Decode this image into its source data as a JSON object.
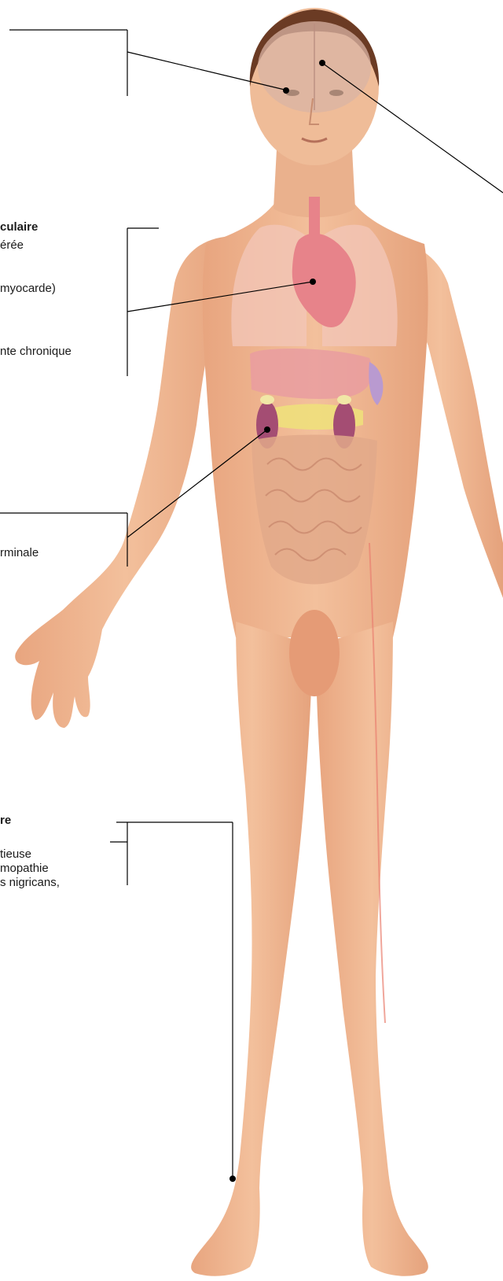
{
  "colors": {
    "skin": "#efb58f",
    "skin_shade": "#e39d78",
    "hair": "#6b3b24",
    "brain": "#d9b4a4",
    "lungs": "#f2c6b6",
    "heart": "#e7838a",
    "liver": "#e99ca0",
    "kidney": "#a44d73",
    "adrenal": "#f1e7a6",
    "pancreas": "#efe27a",
    "intestine": "#e2a98a",
    "stomach_purple": "#b99ad0",
    "vessel": "#e98070",
    "leader_line": "#000000"
  },
  "callouts": {
    "cardio": {
      "title_fragment": "culaire",
      "lines": [
        "érée",
        "myocarde)",
        "nte chronique"
      ]
    },
    "renal": {
      "lines": [
        "rminale"
      ]
    },
    "skin": {
      "title_fragment": "re",
      "lines": [
        "tieuse",
        "mopathie",
        "s nigricans,"
      ]
    }
  },
  "icons": {
    "body": "human-body-anatomy-icon"
  }
}
